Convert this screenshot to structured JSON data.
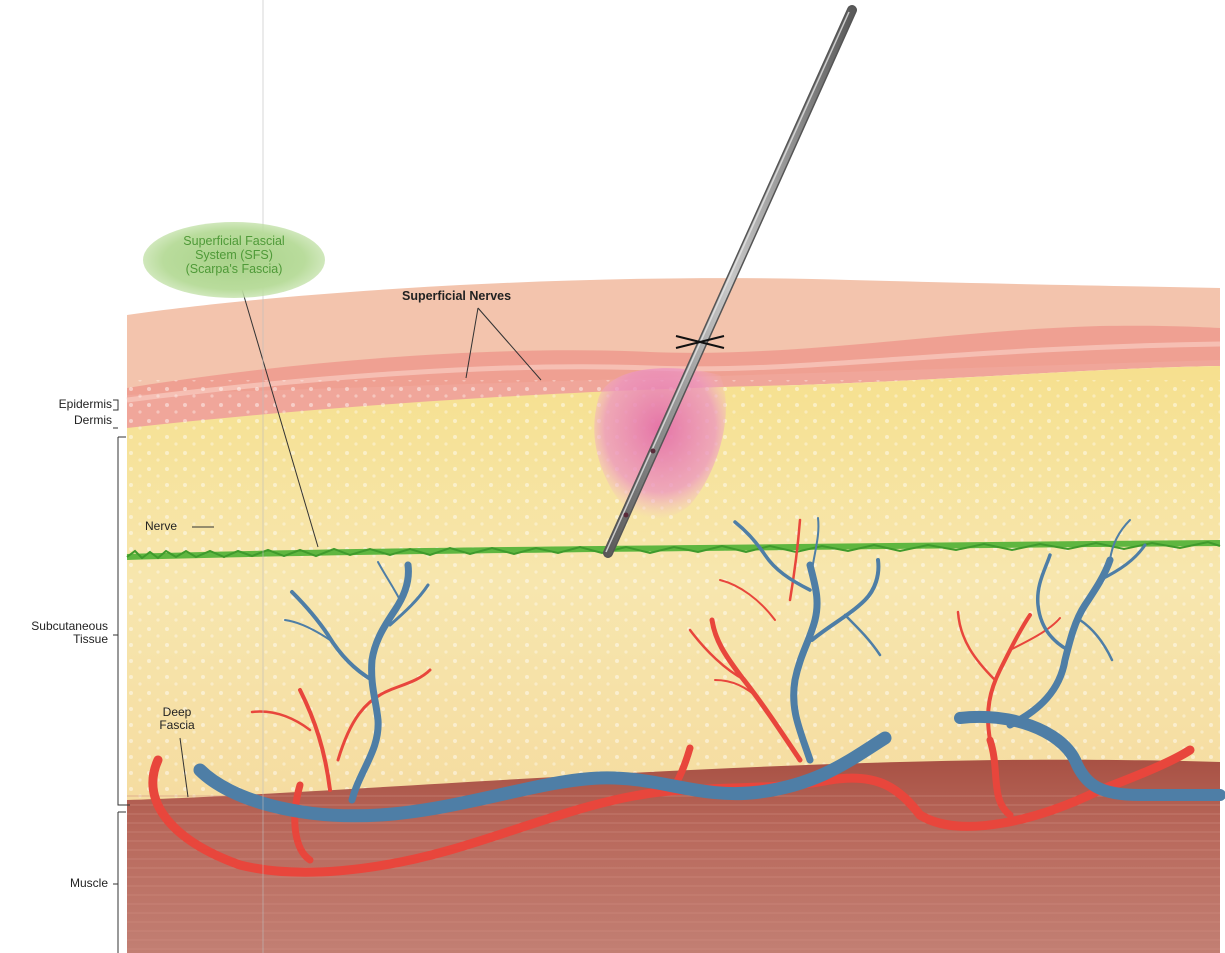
{
  "labels": {
    "superficial_fascial_system": [
      "Superficial Fascial",
      "System (SFS)",
      "(Scarpa's Fascia)"
    ],
    "superficial_nerves": "Superficial Nerves",
    "epidermis": "Epidermis",
    "dermis": "Dermis",
    "nerve": "Nerve",
    "subcutaneous_tissue": [
      "Subcutaneous",
      "Tissue"
    ],
    "deep_fascia": [
      "Deep",
      "Fascia"
    ],
    "muscle": "Muscle"
  },
  "colors": {
    "skin_surface": "#f2c3ad",
    "dermis_band": "#ee9f92",
    "subcutaneous_fat": "#f7e3a2",
    "muscle": "#b86456",
    "nerve_green": "#5fb640",
    "artery_red": "#e8463c",
    "vein_blue": "#4e7ea6",
    "injection_pink": "#e57fb0",
    "needle_gray": "#8c8c8c",
    "sfs_label_green": "#4f9a38"
  },
  "icons": [
    "needle-icon",
    "suture-mark-icon"
  ]
}
